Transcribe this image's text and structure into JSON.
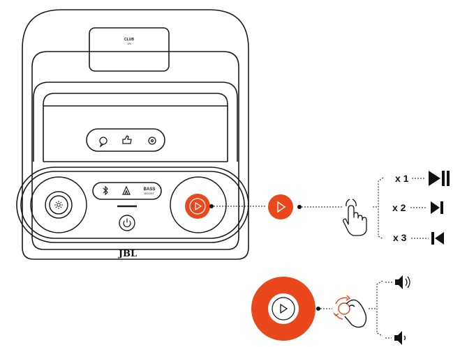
{
  "speaker": {
    "brand": "JBL",
    "top_badge_line1": "CLUB",
    "top_badge_line2": "120",
    "bass_boost_line1": "BASS",
    "bass_boost_line2": "BOOST"
  },
  "play_actions": [
    {
      "label": "x 1",
      "icon": "play-pause-icon"
    },
    {
      "label": "x 2",
      "icon": "next-track-icon"
    },
    {
      "label": "x 3",
      "icon": "previous-track-icon"
    }
  ],
  "volume_actions": [
    {
      "icon": "volume-up-icon"
    },
    {
      "icon": "volume-down-icon"
    }
  ],
  "colors": {
    "accent": "#e8481c",
    "line": "#111111",
    "outline": "#1a1a1a"
  }
}
